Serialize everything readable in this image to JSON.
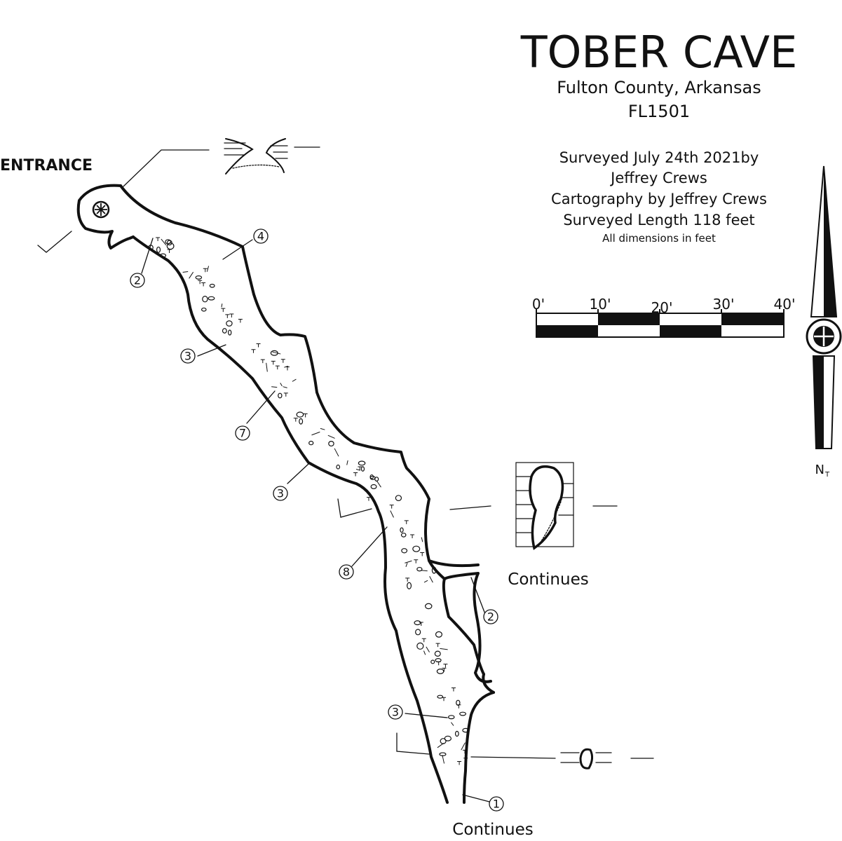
{
  "title": "TOBER CAVE",
  "location": "Fulton County, Arkansas",
  "cave_id": "FL1501",
  "credits": {
    "surveyed": "Surveyed July 24th 2021by",
    "surveyor": "Jeffrey Crews",
    "cartography": "Cartography by Jeffrey Crews",
    "length": "Surveyed Length 118 feet",
    "units": "All dimensions in feet"
  },
  "scale_bar": {
    "labels": [
      "0'",
      "10'",
      "20'",
      "30'",
      "40'"
    ]
  },
  "north_arrow": {
    "label": "N",
    "subscript": "T"
  },
  "entrance_label": "ENTRANCE",
  "continues_labels": [
    "Continues",
    "Continues"
  ],
  "dimension_markers": [
    "4",
    "2",
    "3",
    "7",
    "3",
    "8",
    "2",
    "3",
    "1"
  ]
}
